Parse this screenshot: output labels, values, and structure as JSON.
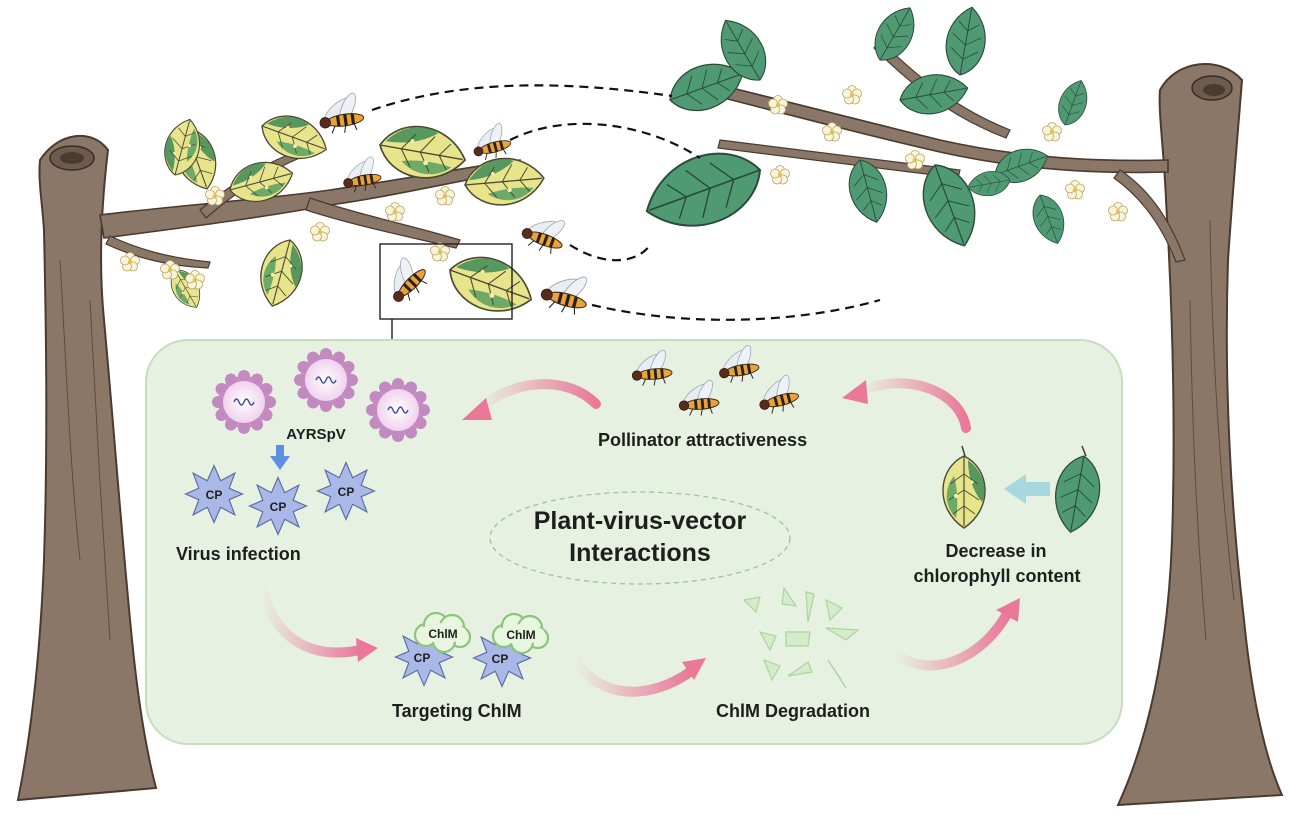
{
  "diagram": {
    "center_title_line1": "Plant-virus-vector",
    "center_title_line2": "Interactions",
    "virus_label": "AYRSpV",
    "cp_label": "CP",
    "chlm_label": "ChlM",
    "steps": {
      "virus_infection": "Virus infection",
      "targeting": "Targeting ChlM",
      "degradation": "ChlM Degradation",
      "chlorophyll_line1": "Decrease in",
      "chlorophyll_line2": "chlorophyll content",
      "pollinator": "Pollinator attractiveness"
    },
    "colors": {
      "panel_fill": "#e7f1e1",
      "panel_stroke": "#c9dcc0",
      "arrow_pink": "#e9789b",
      "virus_purple": "#d8a6d4",
      "cp_blue": "#a8b8e4",
      "chlm_green": "#e6f3dc",
      "bark": "#8a7565",
      "healthy_leaf": "#3f8a64",
      "infected_leaf": "#e4e08a"
    },
    "icons": [
      "tree-trunk",
      "infected-branch",
      "healthy-branch",
      "hoverfly-icon",
      "virus-particle-icon",
      "capsid-protein-icon",
      "chloroplast-membrane-icon",
      "leaf-icon"
    ]
  }
}
